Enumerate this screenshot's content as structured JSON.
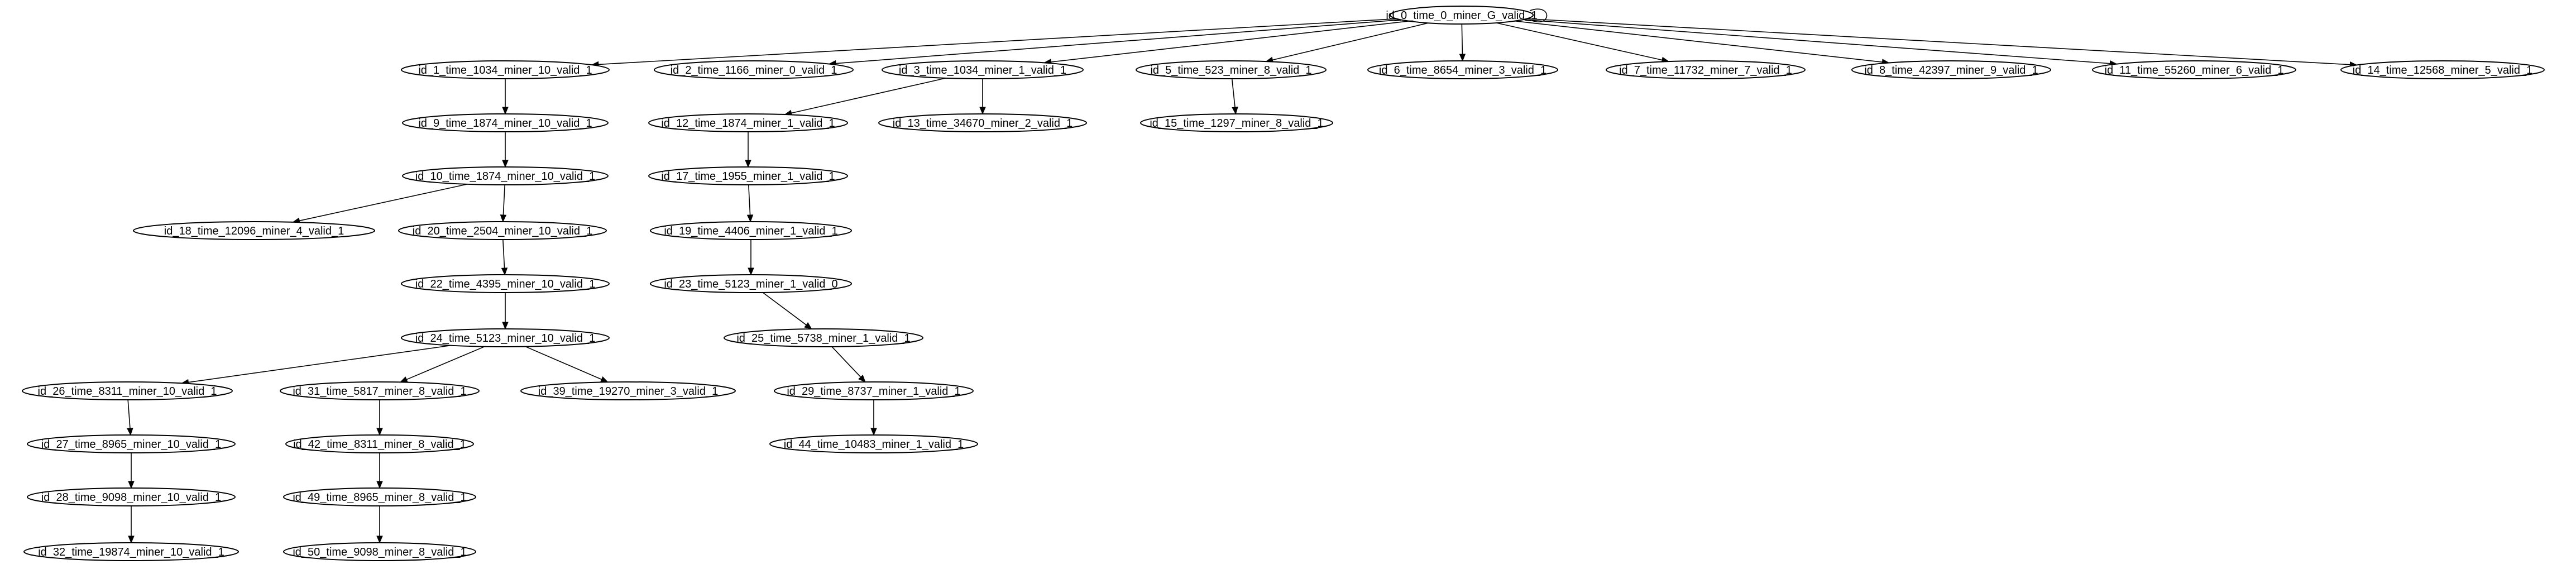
{
  "graph": {
    "root_self_loop": true,
    "nodes": [
      {
        "id": "n0",
        "label": "id_0_time_0_miner_G_valid_1"
      },
      {
        "id": "n1",
        "label": "id_1_time_1034_miner_10_valid_1"
      },
      {
        "id": "n2",
        "label": "id_2_time_1166_miner_0_valid_1"
      },
      {
        "id": "n3",
        "label": "id_3_time_1034_miner_1_valid_1"
      },
      {
        "id": "n5",
        "label": "id_5_time_523_miner_8_valid_1"
      },
      {
        "id": "n6",
        "label": "id_6_time_8654_miner_3_valid_1"
      },
      {
        "id": "n7",
        "label": "id_7_time_11732_miner_7_valid_1"
      },
      {
        "id": "n8",
        "label": "id_8_time_42397_miner_9_valid_1"
      },
      {
        "id": "n11",
        "label": "id_11_time_55260_miner_6_valid_1"
      },
      {
        "id": "n14",
        "label": "id_14_time_12568_miner_5_valid_1"
      },
      {
        "id": "n9",
        "label": "id_9_time_1874_miner_10_valid_1"
      },
      {
        "id": "n12",
        "label": "id_12_time_1874_miner_1_valid_1"
      },
      {
        "id": "n13",
        "label": "id_13_time_34670_miner_2_valid_1"
      },
      {
        "id": "n15",
        "label": "id_15_time_1297_miner_8_valid_1"
      },
      {
        "id": "n10",
        "label": "id_10_time_1874_miner_10_valid_1"
      },
      {
        "id": "n17",
        "label": "id_17_time_1955_miner_1_valid_1"
      },
      {
        "id": "n18",
        "label": "id_18_time_12096_miner_4_valid_1"
      },
      {
        "id": "n20",
        "label": "id_20_time_2504_miner_10_valid_1"
      },
      {
        "id": "n19",
        "label": "id_19_time_4406_miner_1_valid_1"
      },
      {
        "id": "n22",
        "label": "id_22_time_4395_miner_10_valid_1"
      },
      {
        "id": "n23",
        "label": "id_23_time_5123_miner_1_valid_0"
      },
      {
        "id": "n24",
        "label": "id_24_time_5123_miner_10_valid_1"
      },
      {
        "id": "n25",
        "label": "id_25_time_5738_miner_1_valid_1"
      },
      {
        "id": "n26",
        "label": "id_26_time_8311_miner_10_valid_1"
      },
      {
        "id": "n31",
        "label": "id_31_time_5817_miner_8_valid_1"
      },
      {
        "id": "n39",
        "label": "id_39_time_19270_miner_3_valid_1"
      },
      {
        "id": "n29",
        "label": "id_29_time_8737_miner_1_valid_1"
      },
      {
        "id": "n27",
        "label": "id_27_time_8965_miner_10_valid_1"
      },
      {
        "id": "n42",
        "label": "id_42_time_8311_miner_8_valid_1"
      },
      {
        "id": "n44",
        "label": "id_44_time_10483_miner_1_valid_1"
      },
      {
        "id": "n28",
        "label": "id_28_time_9098_miner_10_valid_1"
      },
      {
        "id": "n49",
        "label": "id_49_time_8965_miner_8_valid_1"
      },
      {
        "id": "n32",
        "label": "id_32_time_19874_miner_10_valid_1"
      },
      {
        "id": "n50",
        "label": "id_50_time_9098_miner_8_valid_1"
      }
    ],
    "edges": [
      [
        "n0",
        "n1"
      ],
      [
        "n0",
        "n2"
      ],
      [
        "n0",
        "n3"
      ],
      [
        "n0",
        "n5"
      ],
      [
        "n0",
        "n6"
      ],
      [
        "n0",
        "n7"
      ],
      [
        "n0",
        "n8"
      ],
      [
        "n0",
        "n11"
      ],
      [
        "n0",
        "n14"
      ],
      [
        "n1",
        "n9"
      ],
      [
        "n9",
        "n10"
      ],
      [
        "n10",
        "n18"
      ],
      [
        "n10",
        "n20"
      ],
      [
        "n20",
        "n22"
      ],
      [
        "n22",
        "n24"
      ],
      [
        "n24",
        "n26"
      ],
      [
        "n24",
        "n31"
      ],
      [
        "n24",
        "n39"
      ],
      [
        "n26",
        "n27"
      ],
      [
        "n27",
        "n28"
      ],
      [
        "n28",
        "n32"
      ],
      [
        "n31",
        "n42"
      ],
      [
        "n42",
        "n49"
      ],
      [
        "n49",
        "n50"
      ],
      [
        "n3",
        "n12"
      ],
      [
        "n3",
        "n13"
      ],
      [
        "n12",
        "n17"
      ],
      [
        "n17",
        "n19"
      ],
      [
        "n19",
        "n23"
      ],
      [
        "n23",
        "n25"
      ],
      [
        "n25",
        "n29"
      ],
      [
        "n29",
        "n44"
      ],
      [
        "n5",
        "n15"
      ]
    ]
  }
}
